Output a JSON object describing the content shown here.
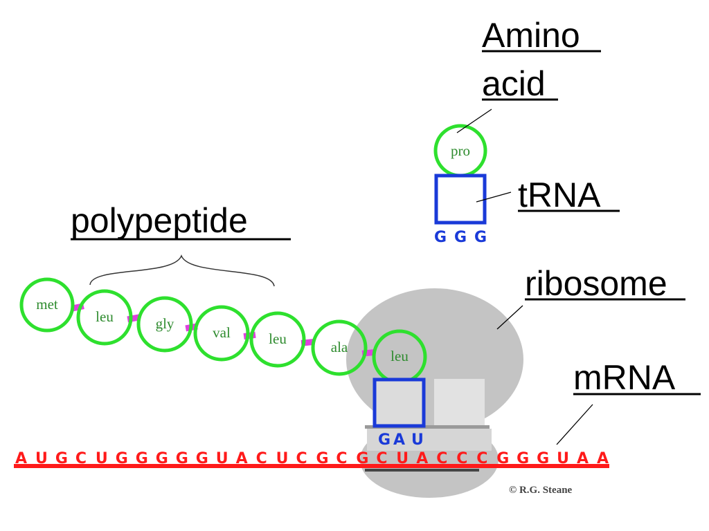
{
  "labels": {
    "amino_acid_line1": "Amino",
    "amino_acid_line2": "acid",
    "trna": "tRNA",
    "polypeptide": "polypeptide",
    "ribosome": "ribosome",
    "mrna": "mRNA"
  },
  "free_trna": {
    "amino_acid": "pro",
    "anticodon": [
      "G",
      "G",
      "G"
    ]
  },
  "polypeptide_chain": [
    "met",
    "leu",
    "gly",
    "val",
    "leu",
    "ala",
    "leu"
  ],
  "bound_anticodon": [
    "G",
    "A",
    "U"
  ],
  "mrna_sequence": [
    "A",
    "U",
    "G",
    "C",
    "U",
    "G",
    "G",
    "G",
    "G",
    "G",
    "U",
    "A",
    "C",
    "U",
    "C",
    "G",
    "C",
    "G",
    "C",
    "U",
    "A",
    "C",
    "C",
    "C",
    "G",
    "G",
    "G",
    "U",
    "A",
    "A"
  ],
  "credit": "© R.G. Steane",
  "colors": {
    "amino_ring": "#2ee02e",
    "trna_box": "#1a3ad8",
    "peptide_bond": "#e040e0",
    "ribosome": "#c4c4c4",
    "mrna_strand": "#ff1a1a"
  }
}
